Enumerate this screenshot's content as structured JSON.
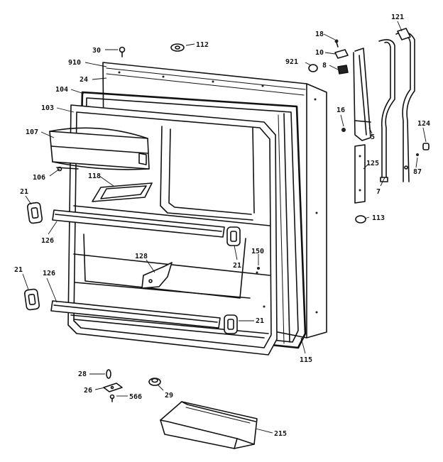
{
  "diagram": {
    "type": "exploded-parts-diagram",
    "callouts": [
      {
        "label": "121",
        "part": "door-hinge-bar-right"
      },
      {
        "label": "18",
        "part": "hinge-screw"
      },
      {
        "label": "30",
        "part": "door-screw"
      },
      {
        "label": "112",
        "part": "door-plug"
      },
      {
        "label": "10",
        "part": "hinge-pin-bracket"
      },
      {
        "label": "910",
        "part": "door-outer-panel"
      },
      {
        "label": "921",
        "part": "door-plug-small"
      },
      {
        "label": "8",
        "part": "hinge-bushing"
      },
      {
        "label": "24",
        "part": "door-top-edge"
      },
      {
        "label": "104",
        "part": "door-gasket"
      },
      {
        "label": "103",
        "part": "door-liner"
      },
      {
        "label": "16",
        "part": "hinge-bolt"
      },
      {
        "label": "107",
        "part": "dairy-compartment-door"
      },
      {
        "label": "124",
        "part": "stop-screw"
      },
      {
        "label": "5",
        "part": "upper-hinge"
      },
      {
        "label": "106",
        "part": "dairy-door-hinge"
      },
      {
        "label": "118",
        "part": "egg-tray"
      },
      {
        "label": "125",
        "part": "hinge-cover"
      },
      {
        "label": "87",
        "part": "hinge-screw-lower"
      },
      {
        "label": "7",
        "part": "door-handle-bar"
      },
      {
        "label": "21",
        "part": "shelf-bar-end-cap"
      },
      {
        "label": "113",
        "part": "hinge-cap"
      },
      {
        "label": "126",
        "part": "door-shelf-bar"
      },
      {
        "label": "21",
        "part": "shelf-bar-end-cap"
      },
      {
        "label": "150",
        "part": "liner-screw"
      },
      {
        "label": "128",
        "part": "door-stop-bracket"
      },
      {
        "label": "21",
        "part": "shelf-bar-end-cap"
      },
      {
        "label": "126",
        "part": "door-shelf-bar"
      },
      {
        "label": "21",
        "part": "shelf-bar-end-cap"
      },
      {
        "label": "115",
        "part": "door-gasket-side"
      },
      {
        "label": "28",
        "part": "bottom-pin"
      },
      {
        "label": "26",
        "part": "bottom-bracket"
      },
      {
        "label": "566",
        "part": "bracket-screw"
      },
      {
        "label": "29",
        "part": "bottom-bushing"
      },
      {
        "label": "215",
        "part": "door-bin"
      }
    ]
  }
}
